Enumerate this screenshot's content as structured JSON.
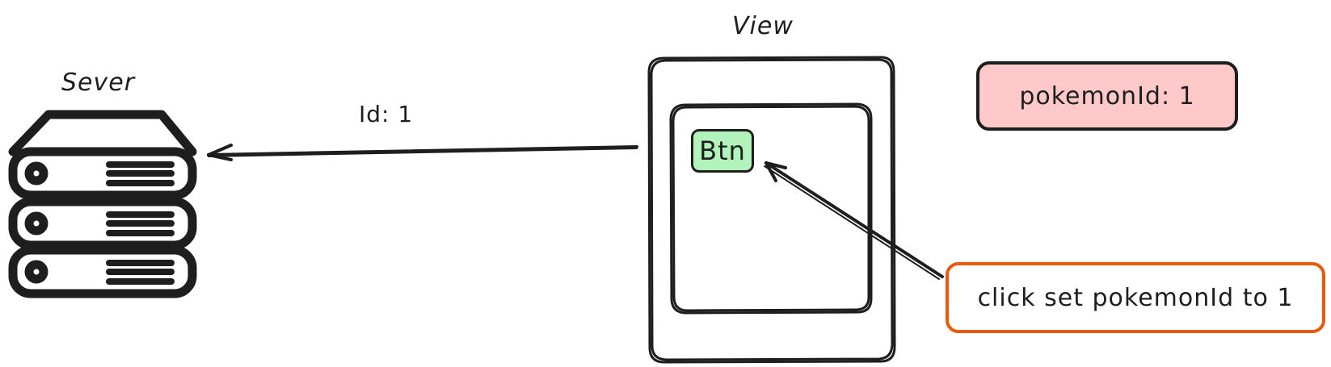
{
  "diagram": {
    "server": {
      "label": "Sever",
      "icon": "server-rack-icon"
    },
    "view": {
      "label": "View"
    },
    "button": {
      "label": "Btn",
      "color": "#b2f2bb"
    },
    "request_arrow": {
      "label": "Id: 1"
    },
    "state": {
      "text": "pokemonId: 1",
      "color": "#ffc9c9"
    },
    "note": {
      "text": "click set pokemonId to 1",
      "border_color": "#e8590c"
    },
    "stroke_color": "#1e1e1e"
  }
}
